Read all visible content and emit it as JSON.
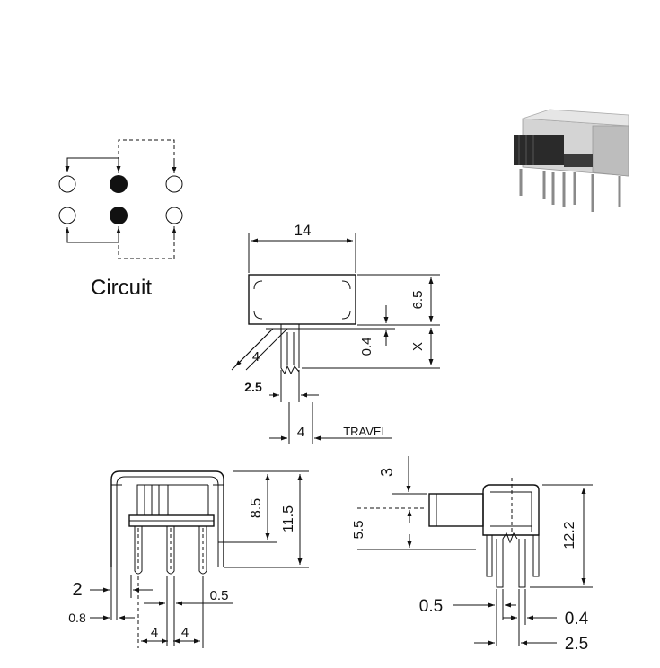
{
  "circuit": {
    "label": "Circuit"
  },
  "top_view": {
    "width_label": "14",
    "height_label": "6.5",
    "gap_label": "0.4",
    "x_label": "X",
    "angle_label": "4",
    "pitch_label": "2.5",
    "travel_value": "4",
    "travel_label": "TRAVEL"
  },
  "front_view": {
    "height_a": "8.5",
    "height_b": "11.5",
    "pin_width": "2",
    "pin_thickness": "0.8",
    "pin_offset": "0.5",
    "pitch_left": "4",
    "pitch_right": "4"
  },
  "side_view": {
    "actuator_height": "3",
    "actuator_offset": "5.5",
    "total_height": "12.2",
    "pin_a": "0.5",
    "pin_b": "0.4",
    "pin_pitch": "2.5"
  },
  "colors": {
    "line": "#111111",
    "body_photo": "#c9c9c9",
    "actuator_photo": "#2a2a2a"
  }
}
